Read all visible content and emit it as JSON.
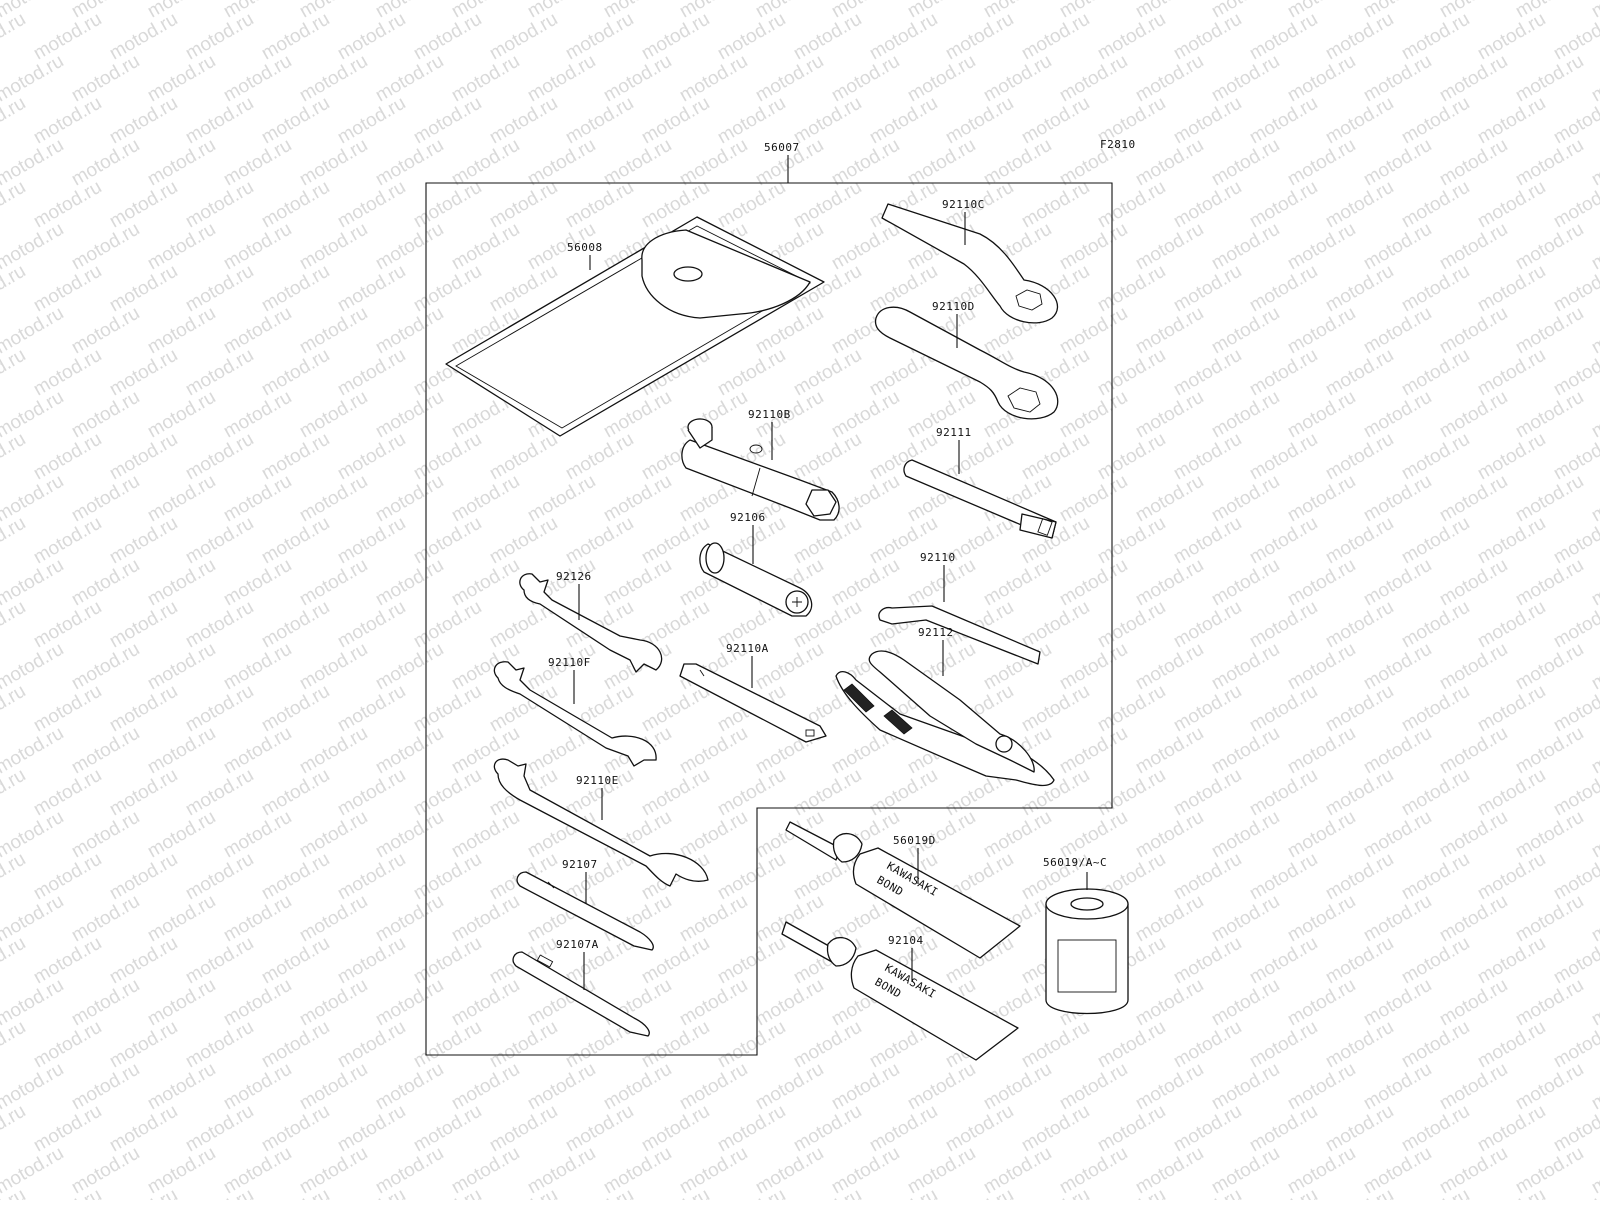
{
  "watermark": {
    "text": "motod.ru"
  },
  "figure_code": "F2810",
  "labels": {
    "kit": "56007",
    "pouch": "56008",
    "ring_spanner_c": "92110C",
    "ring_spanner_d": "92110D",
    "plug_wrench": "92110B",
    "extension_bar": "92111",
    "socket": "92106",
    "hex_key": "92110",
    "wrench_92126": "92126",
    "pliers": "92112",
    "spanner_f": "92110F",
    "feeler_spanner": "92110A",
    "spanner_e": "92110E",
    "screwdriver_bit": "92107",
    "screwdriver_bit_a": "92107A",
    "bond_tube_d": "56019D",
    "bond_tube": "92104",
    "bond_can": "56019/A~C",
    "tube_brand_1": "KAWASAKI",
    "tube_brand_2": "BOND",
    "tube2_brand_1": "KAWASAKI",
    "tube2_brand_2": "BOND"
  }
}
